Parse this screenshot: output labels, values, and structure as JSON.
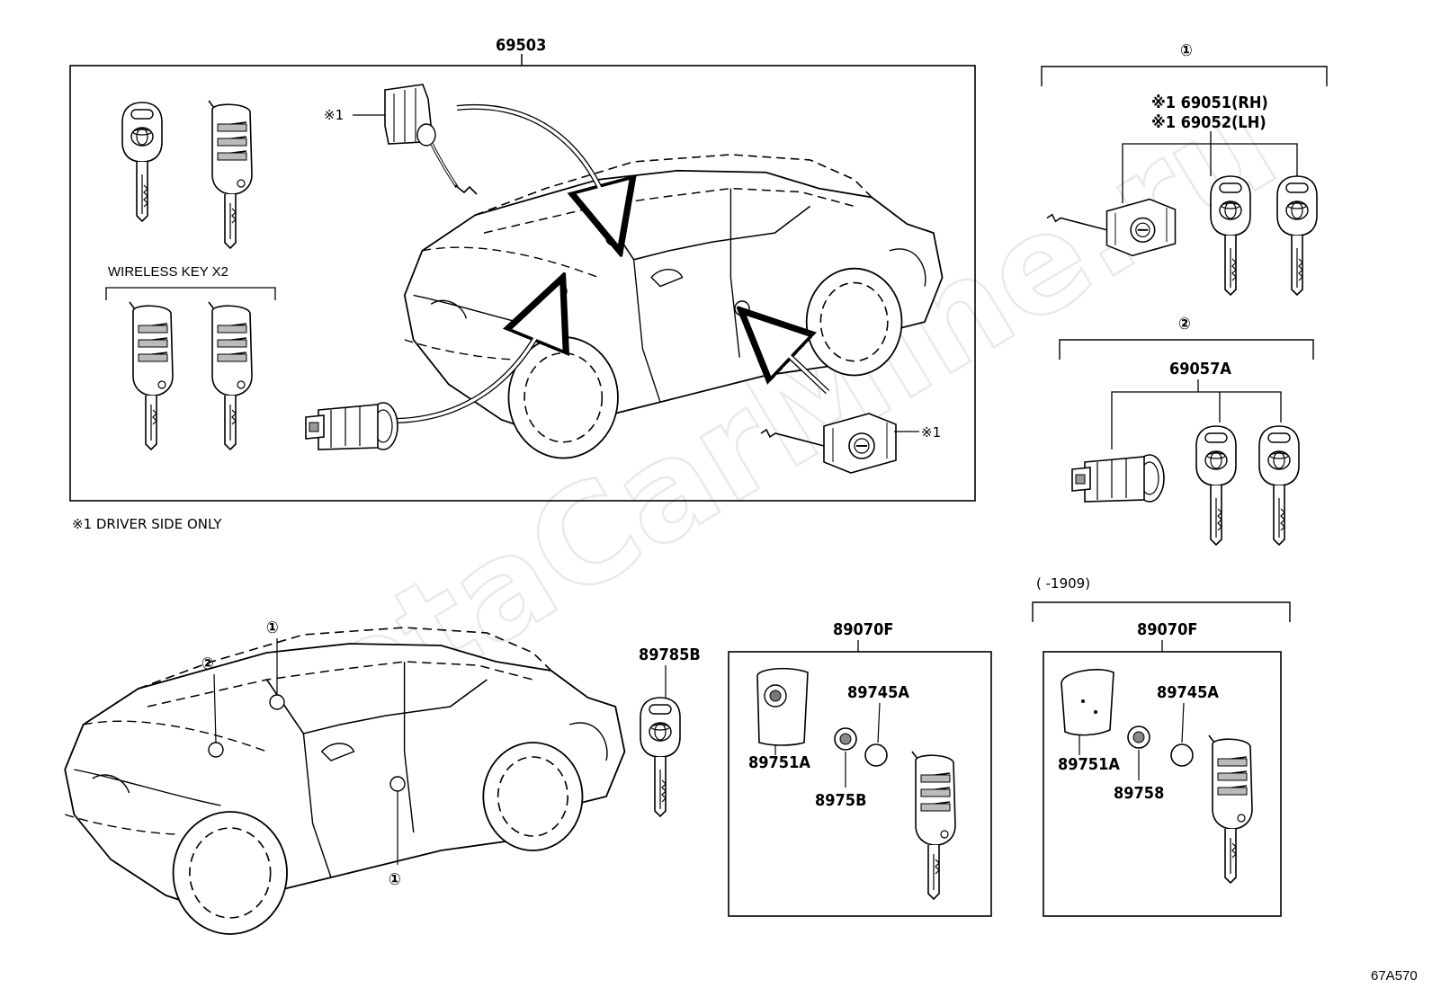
{
  "watermark": "ToyotaCarMine.ru",
  "assemblies": {
    "main_set": "69503",
    "group_1": {
      "marker": "①",
      "note_rh": "※1 69051(RH)",
      "note_lh": "※1 69052(LH)"
    },
    "group_2": {
      "marker": "②",
      "part": "69057A"
    }
  },
  "labels": {
    "wireless_key": "WIRELESS KEY X2",
    "driver_only_marker": "※1",
    "footnote": "※1 DRIVER SIDE ONLY",
    "date_range": "(        -1909)",
    "diagram_code": "67A570",
    "circle_1": "①",
    "circle_2": "②"
  },
  "parts": {
    "key_blank": "89785B",
    "remote_set_a": {
      "part": "89070F",
      "case": "89751A",
      "battery": "89745A",
      "holder": "8975B"
    },
    "remote_set_b": {
      "part": "89070F",
      "case": "89751A",
      "battery": "89745A",
      "holder": "89758"
    }
  }
}
